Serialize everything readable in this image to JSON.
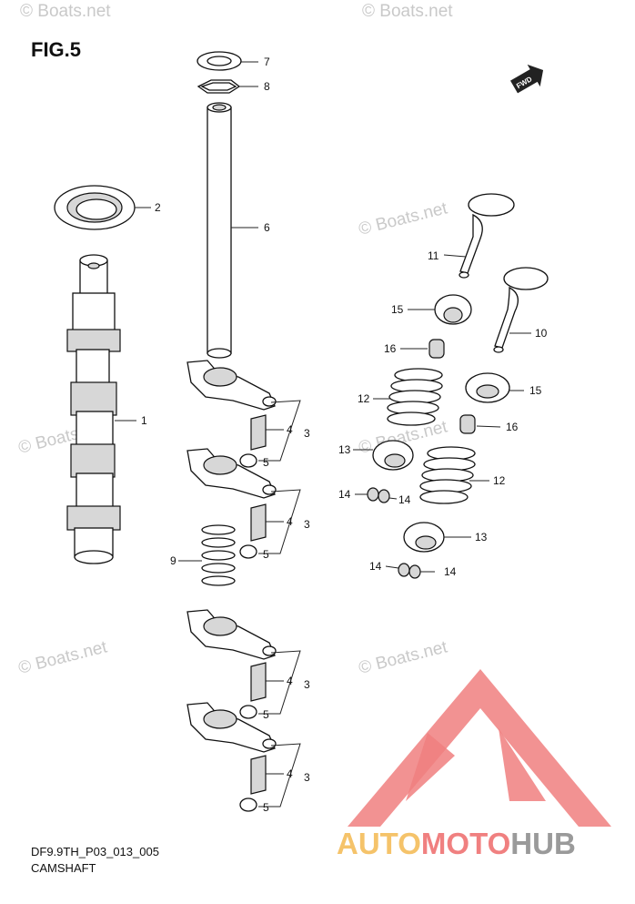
{
  "figure": {
    "title": "FIG.5",
    "drawing_code": "DF9.9TH_P03_013_005",
    "caption": "CAMSHAFT",
    "direction_badge": "FWD"
  },
  "watermark": {
    "text": "© Boats.net",
    "color": "#c9c9c9"
  },
  "logo": {
    "text_auto": "AUTO",
    "text_moto": "MOTO",
    "text_hub": "HUB",
    "colors": {
      "triangle": "#f07f7f",
      "auto": "#f5c36a",
      "moto": "#f08080",
      "hub": "#9a9a9a"
    }
  },
  "callouts": {
    "c1": "1",
    "c2": "2",
    "c3": "3",
    "c4": "4",
    "c5": "5",
    "c6": "6",
    "c7": "7",
    "c8": "8",
    "c9": "9",
    "c10": "10",
    "c11": "11",
    "c12": "12",
    "c13": "13",
    "c14": "14",
    "c15": "15",
    "c16": "16"
  }
}
